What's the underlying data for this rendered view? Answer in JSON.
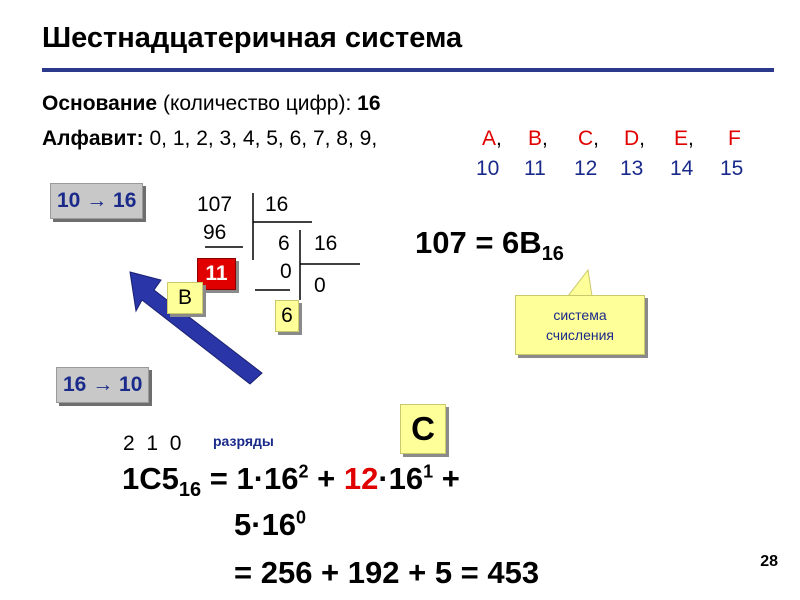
{
  "title": "Шестнадцатеричная система",
  "base": {
    "label": "Основание",
    "text": " (количество цифр): ",
    "value": "16"
  },
  "alphabet": {
    "label": "Алфавит:",
    "digits": " 0, 1, 2, 3, 4, 5, 6, 7, 8, 9,",
    "letters": [
      {
        "letter": "A",
        "code": "10"
      },
      {
        "letter": "B",
        "code": "11"
      },
      {
        "letter": "C",
        "code": "12"
      },
      {
        "letter": "D",
        "code": "13"
      },
      {
        "letter": "E",
        "code": "14"
      },
      {
        "letter": "F",
        "code": "15"
      }
    ],
    "comma": ","
  },
  "badge_to16": "10 → 16",
  "badge_to10": "16 → 10",
  "division": {
    "dividend": "107",
    "divisor1": "16",
    "sub1": "96",
    "quot1": "6",
    "divisor2": "16",
    "rem1": "11",
    "sub2": "0",
    "quot2": "0",
    "rem2": "6",
    "letter_b": "B"
  },
  "result": {
    "main": "107 = 6B",
    "sub": "16"
  },
  "callout": {
    "line1": "система",
    "line2": "счисления"
  },
  "positions": {
    "digits": "2  1  0",
    "label": "разряды"
  },
  "highlight_letter": "C",
  "expansion": {
    "number": "1C5",
    "number_sub": "16",
    "part1": "= 1·16",
    "exp1": "2",
    "plus1": " + ",
    "coef": "12",
    "part2": "·16",
    "exp2": "1",
    "plus2": " +",
    "line2": "5·16",
    "exp3": "0",
    "line3": "= 256 + 192 + 5 = 453"
  },
  "page_number": "28",
  "colors": {
    "accent": "#2b3a8c",
    "red": "#e00000",
    "highlight": "#ffff99"
  }
}
